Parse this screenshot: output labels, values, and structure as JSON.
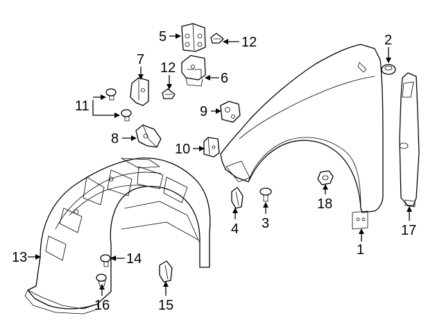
{
  "callouts": {
    "c1": "1",
    "c2": "2",
    "c3": "3",
    "c4": "4",
    "c5": "5",
    "c6": "6",
    "c7": "7",
    "c8": "8",
    "c9": "9",
    "c10": "10",
    "c11": "11",
    "c12a": "12",
    "c12b": "12",
    "c13": "13",
    "c14": "14",
    "c15": "15",
    "c16": "16",
    "c17": "17",
    "c18": "18"
  },
  "colors": {
    "line": "#000000",
    "background": "#ffffff"
  }
}
